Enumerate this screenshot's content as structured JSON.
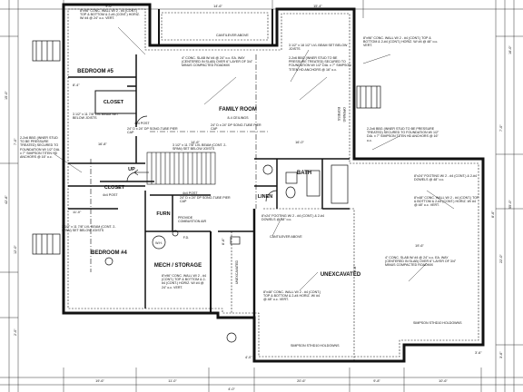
{
  "rooms": {
    "bedroom5": "BEDROOM #5",
    "bedroom4": "BEDROOM #4",
    "family_room": "FAMILY ROOM",
    "ceiling_note": "8-4 CEILINGS",
    "bath": "BATH",
    "linen": "LINEN",
    "closet": "CLOSET",
    "closet_lower": "CLOSET",
    "furn": "FURN",
    "mech_storage": "MECH / STORAGE",
    "unexcavated_main": "UNEXCAVATED",
    "unexcavated_side": "UNEXCAVATED",
    "up": "UP",
    "wh": "W.H.",
    "fd": "F.D."
  },
  "notes": {
    "cantilever_top": "CANTILEVER ABOVE",
    "cantilever_mid": "CANTILEVER ABOVE",
    "wall_top_left": "8\"x96\" CONC. WALL W/ 2 - #4 (CONT.) TOP & BOTTOM & 2-#4 (CONT.) HORIZ. W/ #4 @ 24\" o.c. VERT.",
    "wall_top_right": "8\"x96\" CONC. WALL W/ 2 - #4 (CONT.) TOP & BOTTOM & 2-#4 (CONT.) HORIZ. W/ #4 @ 48\" o.c. VERT.",
    "beam_top": "3 1/2\" x 18 1/2\" LVL BEAM SET BELOW JOISTS",
    "slab_center": "4\" CONC. SLAB W/ #4 @ 24\" o.c. EA. WAY (CENTERED IN SLAB) OVER 6\" LAYER OF 3/4\" MINUS COMPACTED ROADMIX",
    "stud_center": "2-2x6 BBG (INNER STUD TO BE PRESSURE TREATED) SECURED TO FOUNDATION W/ 1/2\" DIA. x 7\" SIMPSON TITEN HD ANCHORS @ 16\" o.c.",
    "stud_right": "2-2x6 BBG (INNER STUD TO BE PRESSURE TREATED) SECURED TO FOUNDATION W/ 1/2\" DIA. x 7\" SIMPSON TITEN HD ANCHORS @ 16\" o.c.",
    "stud_left": "2-2x6 BBG (INNER STUD TO BE PRESSURE TREATED) SECURED TO FOUNDATION W/ 1/2\" DIA. x 7\" SIMPSON TITEN HD ANCHORS @ 16\" o.c.",
    "lvl_left": "3 1/2\" x 11 7/8\" LVL BEAM SET BELOW JOISTS",
    "post_1": "4x4 POST",
    "post_2": "4x4 POST",
    "post_3": "4x4 POST",
    "sonotube_1": "24\" D x 24\" DP SONO-TUBE PIER CAP",
    "sonotube_2": "24\" D x 24\" DP SONO-TUBE PIER CAP",
    "sonotube_3": "24\" D x 24\" DP SONO-TUBE PIER CAP",
    "lvl_center": "3 1/2\" x 11 7/8\" LVL BEAM (CONT. 2-SPAN) SET BELOW JOISTS",
    "footing_right": "8\"x24\" FOOTING W/ 2 - #4 (CONT.) & 2-#4 DOWELS @ 48\" o.c.",
    "footing_mid": "8\"x24\" FOOTING W/ 2 - #4 (CONT.) & 2-#4 DOWELS @ 48\" o.c.",
    "wall_right": "8\"x48\" CONC. WALL W/ 2 - #4 (CONT.) TOP & BOTTOM & 2-#4 (CONT.) HORIZ. W/ #4 @ 48\" o.c. VERT.",
    "slab_right": "4\" CONC. SLAB W/ #4 @ 24\" o.c. EA. WAY (CENTERED IN SLAB) OVER 6\" LAYER OF 3/4\" MINUS COMPACTED ROADMIX",
    "lvl_lower_left": "3 1/2\" x 11 7/8\" LVL BEAM (CONT. 2-SPAN) SET BELOW JOISTS",
    "wall_mech": "8\"x96\" CONC. WALL W/ 2 - #4 (CONT.) TOP & BOTTOM & 2-#4 (CONT.) HORIZ. W/ #4 @ 24\" o.c. VERT.",
    "wall_unexc": "8\"x48\" CONC. WALL W/ 2 - #4 (CONT.) TOP & BOTTOM & 2-#4 HORIZ. W/ #4 @ 48\" o.c. VERT.",
    "combustion_air": "PROVIDE COMBUSTION AIR",
    "holdown_right": "SIMPSON STHD10 HOLDOWNS",
    "holdown_bottom": "SIMPSON STHD10 HOLDOWNS",
    "egress": "EGRESS",
    "opening": "OPENING"
  },
  "dimensions": {
    "d_top_1": "9'-6\"",
    "d_top_2": "14'-6\"",
    "d_top_3": "15'-4\"",
    "d_bed5_w": "8'-4\"",
    "d_16_8": "16'-8\"",
    "d_14_6": "14'-6\"",
    "d_16_0": "16'-0\"",
    "d_19_6": "19'-6\"",
    "d_11_0": "11'-0\"",
    "d_8_6": "8'-6\"",
    "d_4_0": "4'-0\"",
    "d_9_8": "9'-8\"",
    "d_3_6": "3'-6\"",
    "d_left_1": "15'-0\"",
    "d_left_2": "42'-8\"",
    "d_left_3": "7'-0\"",
    "d_left_4": "12'-0\"",
    "d_left_5": "2'-0\"",
    "d_right_1": "16'-0\"",
    "d_right_2": "7'-0\"",
    "d_right_3": "22'-0\"",
    "d_right_4": "55'-0\"",
    "d_right_5": "8'-6\"",
    "d_right_6": "3'-6\"",
    "d_bot_1": "19'-6\"",
    "d_bot_2": "11'-0\"",
    "d_bot_3": "20'-6\"",
    "d_bot_4": "9'-8\"",
    "d_bot_5": "10'-6\"",
    "d_bot_6": "4'-0\""
  }
}
